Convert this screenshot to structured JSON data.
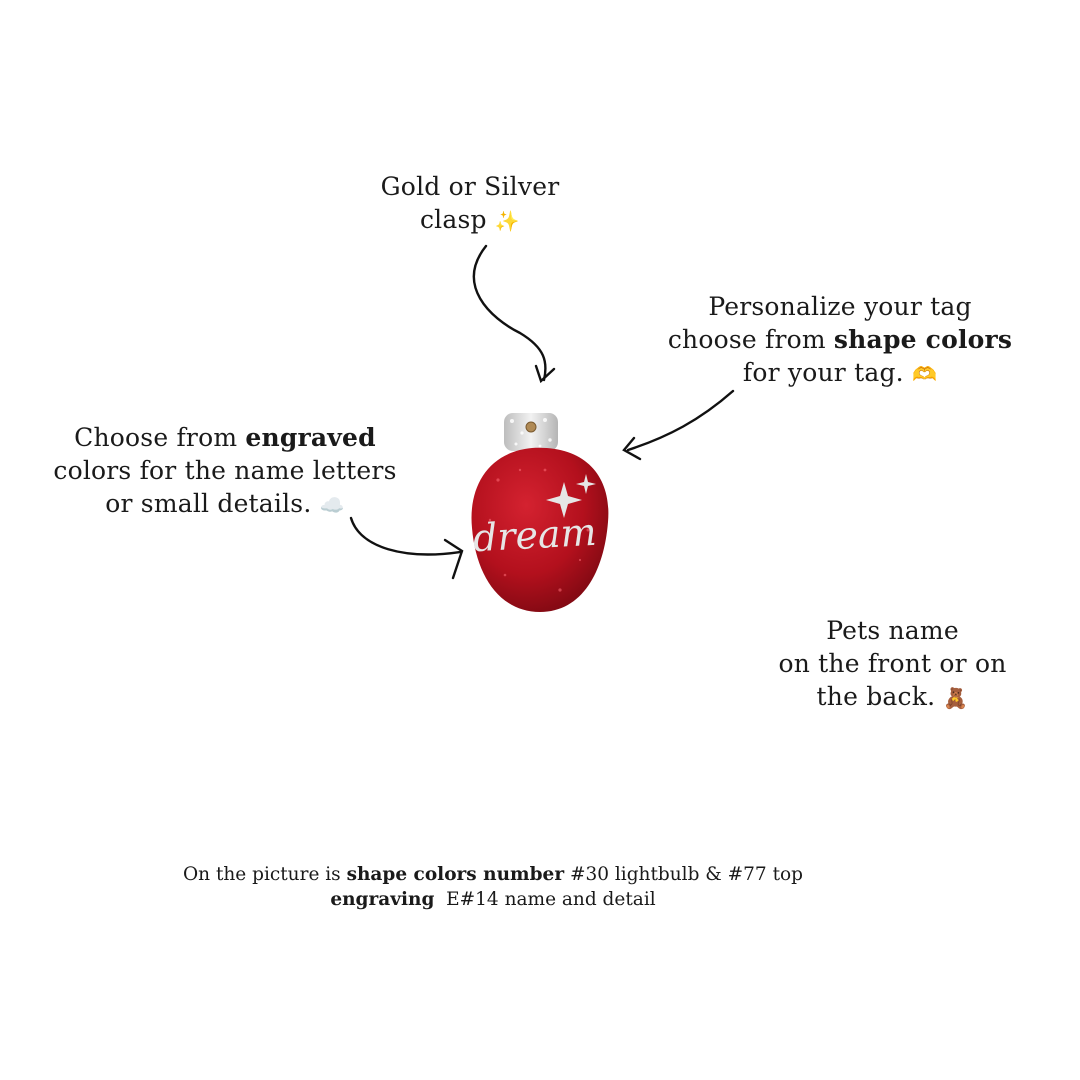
{
  "callouts": {
    "clasp": {
      "line1": "Gold or Silver",
      "line2": "clasp",
      "icon": "sparkles-icon",
      "icon_glyph": "✨"
    },
    "shape": {
      "line1": "Personalize your tag",
      "line2_prefix": "choose from ",
      "line2_bold": "shape colors",
      "line3": "for your tag.",
      "icon": "heart-hands-icon",
      "icon_glyph": "🫶"
    },
    "engraved": {
      "line1_prefix": "Choose from ",
      "line1_bold": "engraved",
      "line2": "colors for the name letters",
      "line3": "or small details.",
      "icon": "cloud-icon",
      "icon_glyph": "☁️"
    },
    "name": {
      "line1": "Pets name",
      "line2": "on the front or on",
      "line3": "the back.",
      "icon": "teddy-bear-icon",
      "icon_glyph": "🧸"
    }
  },
  "tag": {
    "engraving_text": "dream",
    "shape_color": "#b3101d",
    "clasp_color": "#d9d9d9",
    "engraving_color": "#e6e6e6"
  },
  "caption": {
    "line1_prefix": "On the picture is ",
    "line1_bold": "shape colors number",
    "line1_suffix": " #30 lightbulb & #77 top",
    "line2_bold": "engraving",
    "line2_suffix": "  E#14 name and detail"
  }
}
